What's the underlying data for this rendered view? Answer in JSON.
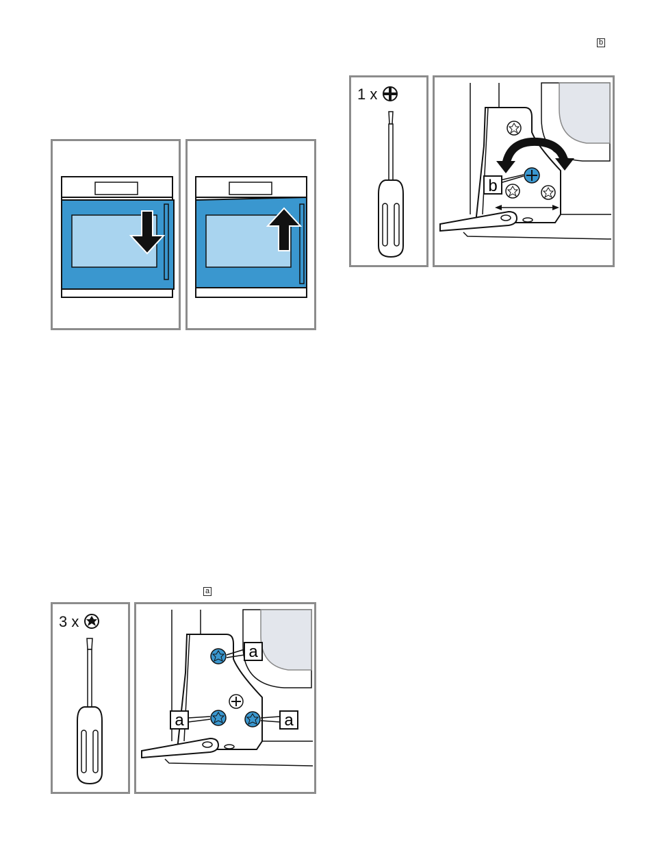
{
  "markers": {
    "top_right": "b",
    "bottom_left": "a"
  },
  "fig_oven": {
    "panels": [
      {
        "arrow": "down"
      },
      {
        "arrow": "up"
      }
    ]
  },
  "fig_hinge_adjust": {
    "tool_count_label": "1 x",
    "tool_icon": "phillips-icon",
    "callout": "b",
    "arrow_rotate": "rotate-both-ways-icon",
    "arrow_horizontal": "left-right-icon"
  },
  "fig_hinge_screws": {
    "tool_count_label": "3 x",
    "tool_icon": "torx-icon",
    "callouts": [
      "a",
      "a",
      "a"
    ]
  },
  "colors": {
    "frame_border": "#8c8c8c",
    "oven_blue": "#3a97cf",
    "window_blue": "#a9d4ef",
    "screw_blue": "#3a97cf",
    "cavity_gray": "#e3e6ec"
  }
}
